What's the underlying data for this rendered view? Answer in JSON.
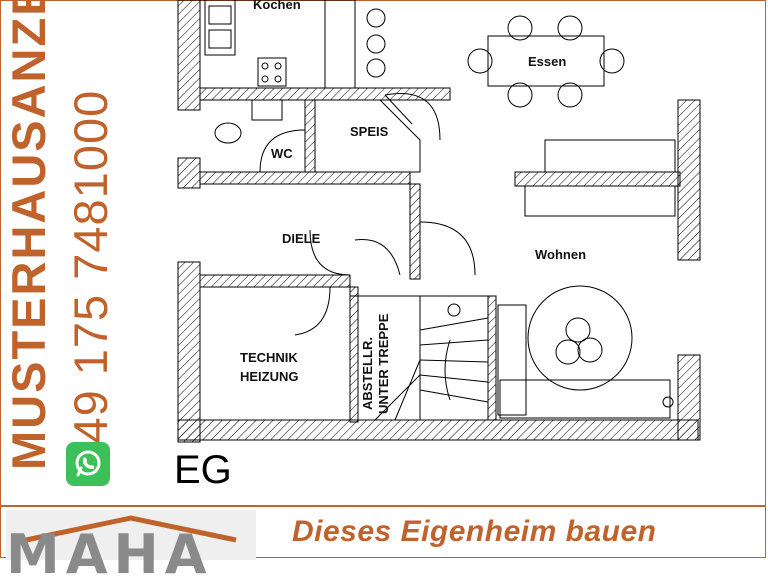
{
  "side": {
    "line1": "MUSTERHAUSANZE",
    "line2": "+49 175 7481000"
  },
  "icons": {
    "whatsapp": "whatsapp-icon"
  },
  "plan": {
    "floor_label": "EG",
    "rooms": {
      "kochen": "Kochen",
      "essen": "Essen",
      "wc": "WC",
      "speis": "SPEIS",
      "diele": "DIELE",
      "wohnen": "Wohnen",
      "technik_line1": "TECHNIK",
      "technik_line2": "HEIZUNG",
      "abstell_line1": "ABSTELLR.",
      "abstell_line2": "UNTER TREPPE"
    }
  },
  "footer": {
    "logo_text": "MAHA",
    "headline": "Dieses Eigenheim bauen"
  },
  "colors": {
    "accent": "#c0622b",
    "wall_hatch": "#000000",
    "whatsapp": "#3cc05a"
  }
}
